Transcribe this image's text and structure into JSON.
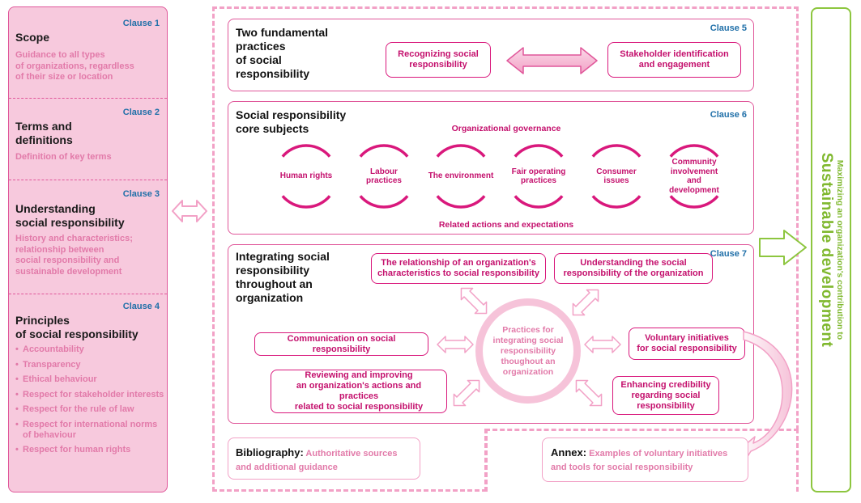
{
  "left": {
    "scope": {
      "clause": "Clause 1",
      "title": "Scope",
      "desc": "Guidance to all types\nof organizations, regardless\nof their size or location"
    },
    "terms": {
      "clause": "Clause 2",
      "title": "Terms and\ndefinitions",
      "desc": "Definition of key terms"
    },
    "understanding": {
      "clause": "Clause 3",
      "title": "Understanding\nsocial responsibility",
      "desc": "History and characteristics;\nrelationship between\nsocial responsibility and\nsustainable development"
    },
    "principles": {
      "clause": "Clause 4",
      "title": "Principles\nof social responsibility",
      "items": [
        "Accountability",
        "Transparency",
        "Ethical behaviour",
        "Respect for stakeholder interests",
        "Respect for the rule of law",
        "Respect for international norms\nof behaviour",
        "Respect for human rights"
      ]
    }
  },
  "clause5": {
    "clause": "Clause 5",
    "title": "Two fundamental\npractices\nof social\nresponsibility",
    "practice1": "Recognizing social\nresponsibility",
    "practice2": "Stakeholder identification\nand engagement"
  },
  "clause6": {
    "clause": "Clause 6",
    "title": "Social responsibility\ncore subjects",
    "top_label": "Organizational governance",
    "bottom_label": "Related actions and expectations",
    "subjects": [
      "Human rights",
      "Labour\npractices",
      "The environment",
      "Fair operating\npractices",
      "Consumer\nissues",
      "Community\ninvolvement\nand development"
    ]
  },
  "clause7": {
    "clause": "Clause 7",
    "title": "Integrating social\nresponsibility\nthroughout an\norganization",
    "center": "Practices for\nintegrating social\nresponsibility\nthoughout an\norganization",
    "relationship": "The relationship of an organization's\ncharacteristics to social responsibility",
    "understanding": "Understanding the social\nresponsibility of the organization",
    "communication": "Communication on social responsibility",
    "voluntary": "Voluntary initiatives\nfor social responsibility",
    "reviewing": "Reviewing and improving\nan organization's actions and practices\nrelated to social responsibility",
    "credibility": "Enhancing credibility\nregarding social\nresponsibility"
  },
  "bibliography": {
    "title": "Bibliography:",
    "desc": " Authoritative sources\nand additional guidance"
  },
  "annex": {
    "title": "Annex:",
    "desc": " Examples of voluntary initiatives\nand tools for social responsibility"
  },
  "sustainable": {
    "small": "Maximizing an organization's contribution to",
    "big": "Sustainable development"
  },
  "colors": {
    "magenta": "#d9187c",
    "light_pink": "#f7c9dd",
    "green": "#8dc63f",
    "blue": "#1f6fa8"
  }
}
